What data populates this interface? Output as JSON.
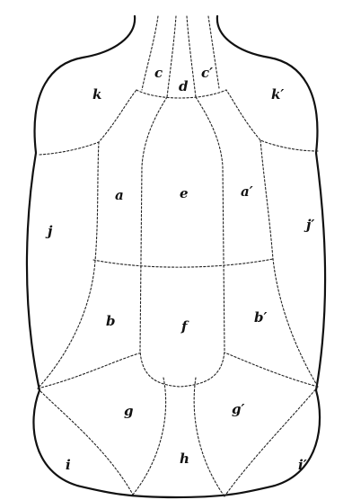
{
  "regions": [
    {
      "id": "a",
      "label": "a"
    },
    {
      "id": "a2",
      "label": "a′"
    },
    {
      "id": "b",
      "label": "b"
    },
    {
      "id": "b2",
      "label": "b′"
    },
    {
      "id": "c",
      "label": "c"
    },
    {
      "id": "c2",
      "label": "c′"
    },
    {
      "id": "d",
      "label": "d"
    },
    {
      "id": "e",
      "label": "e"
    },
    {
      "id": "f",
      "label": "f"
    },
    {
      "id": "g",
      "label": "g"
    },
    {
      "id": "g2",
      "label": "g′"
    },
    {
      "id": "h",
      "label": "h"
    },
    {
      "id": "i",
      "label": "i"
    },
    {
      "id": "i2",
      "label": "i′"
    },
    {
      "id": "j",
      "label": "j"
    },
    {
      "id": "j2",
      "label": "j′"
    },
    {
      "id": "k",
      "label": "k"
    },
    {
      "id": "k2",
      "label": "k′"
    }
  ]
}
